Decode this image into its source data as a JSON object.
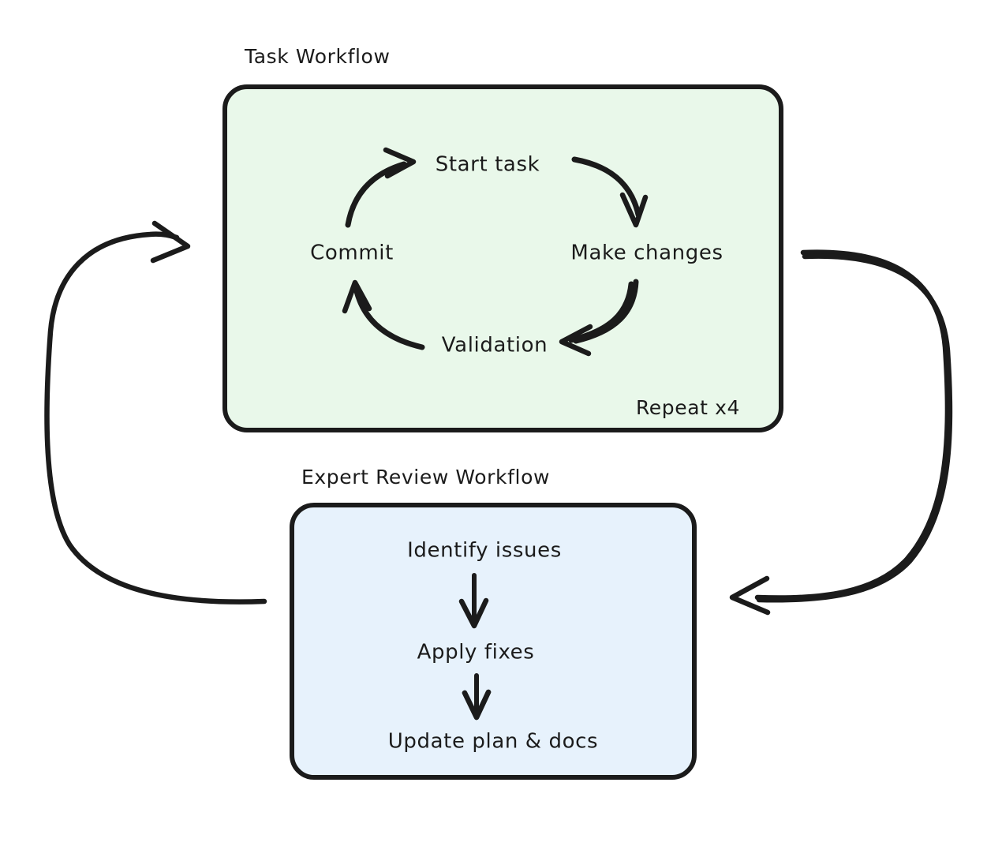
{
  "diagram": {
    "title_task": "Task Workflow",
    "title_review": "Expert Review Workflow",
    "repeat_note": "Repeat x4",
    "colors": {
      "task_box_fill": "#e9f8ea",
      "review_box_fill": "#e7f2fc",
      "stroke": "#1b1b1b",
      "text": "#1b1b1b",
      "background": "#ffffff"
    },
    "task_cycle": {
      "nodes": [
        {
          "label": "Start task"
        },
        {
          "label": "Make changes"
        },
        {
          "label": "Validation"
        },
        {
          "label": "Commit"
        }
      ],
      "edges": [
        {
          "from": "Start task",
          "to": "Make changes"
        },
        {
          "from": "Make changes",
          "to": "Validation"
        },
        {
          "from": "Validation",
          "to": "Commit"
        },
        {
          "from": "Commit",
          "to": "Start task"
        }
      ]
    },
    "review_flow": {
      "nodes": [
        {
          "label": "Identify issues"
        },
        {
          "label": "Apply fixes"
        },
        {
          "label": "Update plan & docs"
        }
      ],
      "edges": [
        {
          "from": "Identify issues",
          "to": "Apply fixes"
        },
        {
          "from": "Apply fixes",
          "to": "Update plan & docs"
        }
      ]
    },
    "outer_edges": [
      {
        "from": "Task Workflow",
        "to": "Expert Review Workflow",
        "side": "right"
      },
      {
        "from": "Expert Review Workflow",
        "to": "Task Workflow",
        "side": "left"
      }
    ]
  }
}
